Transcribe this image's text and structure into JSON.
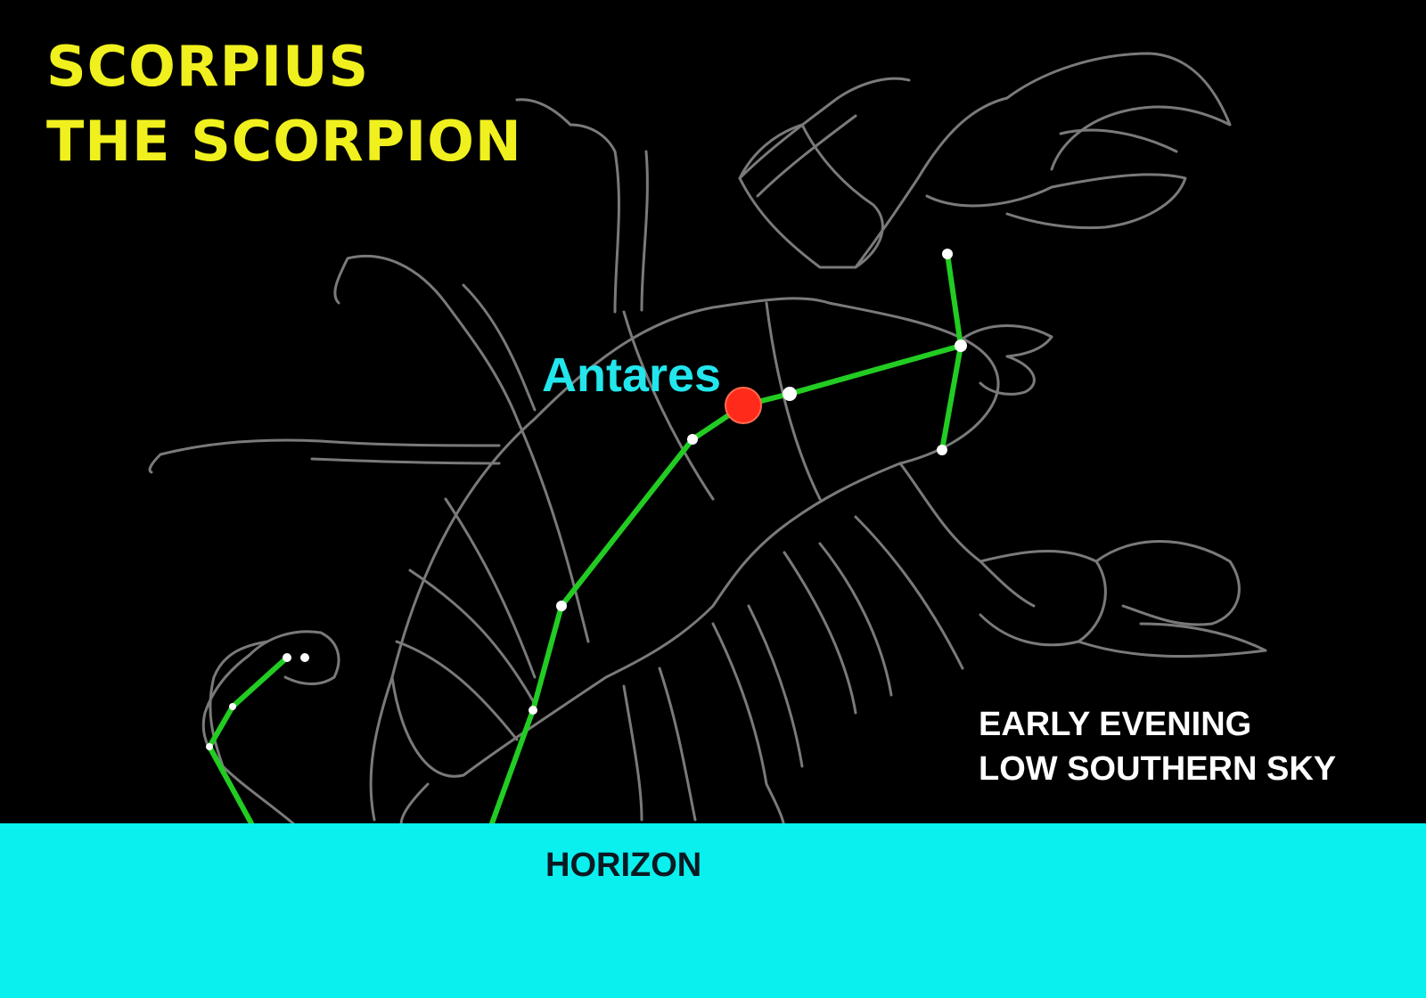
{
  "title": {
    "line1": "SCORPIUS",
    "line2": "THE SCORPION"
  },
  "star_label": "Antares",
  "note": {
    "line1": "EARLY EVENING",
    "line2": "LOW SOUTHERN SKY"
  },
  "horizon_label": "HORIZON",
  "colors": {
    "background": "#000000",
    "title": "#f0f01e",
    "star_label": "#22e6ec",
    "constellation_line": "#22cc22",
    "antares": "#ff2a1a",
    "stars": "#ffffff",
    "horizon": "#0af0ee",
    "scorpion_outline": "#7a7a7a"
  }
}
